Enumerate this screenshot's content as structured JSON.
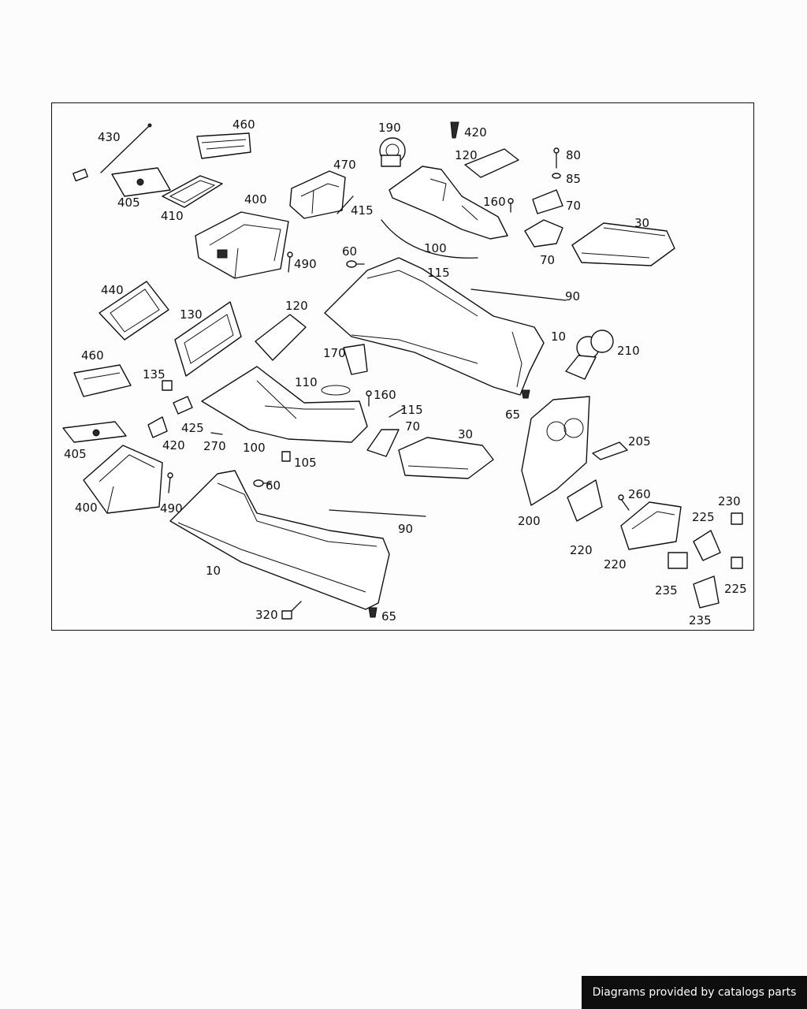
{
  "callouts": {
    "c430": "430",
    "c460a": "460",
    "c405a": "405",
    "c410": "410",
    "c400a": "400",
    "c470": "470",
    "c415": "415",
    "c490a": "490",
    "c190": "190",
    "c420a": "420",
    "c120a": "120",
    "c80": "80",
    "c85": "85",
    "c160a": "160",
    "c70a": "70",
    "c70b": "70",
    "c30a": "30",
    "c100a": "100",
    "c115a": "115",
    "c60a": "60",
    "c90a": "90",
    "c10a": "10",
    "c210": "210",
    "c65a": "65",
    "c440": "440",
    "c130": "130",
    "c120b": "120",
    "c170": "170",
    "c460b": "460",
    "c135": "135",
    "c110": "110",
    "c160b": "160",
    "c115b": "115",
    "c70c": "70",
    "c425": "425",
    "c405b": "405",
    "c420b": "420",
    "c270": "270",
    "c100b": "100",
    "c105": "105",
    "c30b": "30",
    "c205": "205",
    "c200": "200",
    "c400b": "400",
    "c490b": "490",
    "c60b": "60",
    "c260": "260",
    "c230": "230",
    "c90b": "90",
    "c225a": "225",
    "c220a": "220",
    "c220b": "220",
    "c10b": "10",
    "c235a": "235",
    "c225b": "225",
    "c235b": "235",
    "c320": "320",
    "c65b": "65"
  },
  "footer": {
    "text": "Diagrams provided by catalogs parts"
  }
}
